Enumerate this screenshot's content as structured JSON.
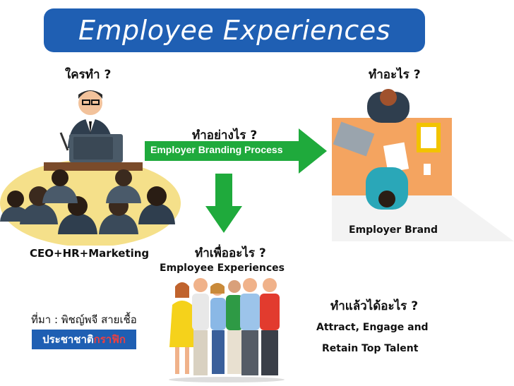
{
  "title": "Employee Experiences",
  "who": {
    "question": "ใครทำ ?",
    "label": "CEO+HR+Marketing"
  },
  "how": {
    "question": "ทำอย่างไร ?",
    "process": "Employer Branding Process"
  },
  "what": {
    "question": "ทำอะไร ?",
    "label": "Employer Brand"
  },
  "why": {
    "question": "ทำเพื่ออะไร ?",
    "label": "Employee Experiences"
  },
  "result": {
    "question": "ทำแล้วได้อะไร ?",
    "line1": "Attract, Engage and",
    "line2": "Retain Top Talent"
  },
  "source": {
    "text": "ที่มา : พิชญ์พจี สายเชื้อ",
    "brand_part1": "ประชาชาติ",
    "brand_part2": "กราฟิก"
  },
  "colors": {
    "banner": "#1f5fb3",
    "arrow": "#1faa3c",
    "table": "#f4a460",
    "ellipse": "#f5e08a",
    "brand_red": "#ef3f3f"
  },
  "icons": [
    "speaker-audience-illustration",
    "meeting-table-illustration",
    "employees-group-illustration"
  ]
}
